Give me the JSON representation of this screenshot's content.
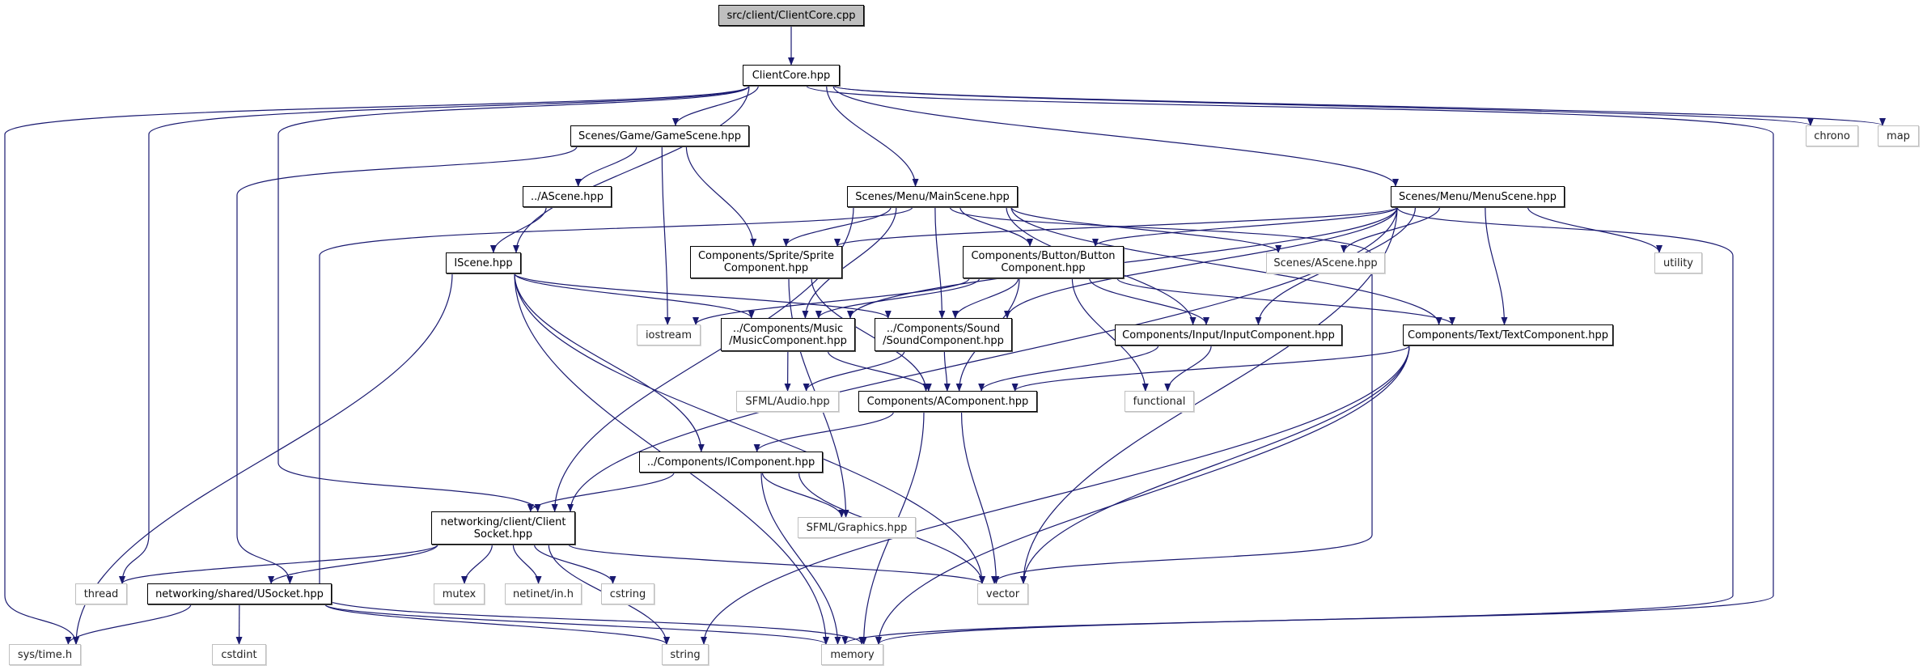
{
  "edge_color": "#191970",
  "root_fill": "#bfbfbf",
  "nodes": {
    "root": {
      "label": "src/client/ClientCore.cpp",
      "kind": "root"
    },
    "cc": {
      "label": "ClientCore.hpp",
      "kind": "internal"
    },
    "game": {
      "label": "Scenes/Game/GameScene.hpp",
      "kind": "internal"
    },
    "ascene_rel": {
      "label": "../AScene.hpp",
      "kind": "internal"
    },
    "iscene": {
      "label": "IScene.hpp",
      "kind": "internal"
    },
    "sprite": {
      "label": "Components/Sprite/Sprite\nComponent.hpp",
      "kind": "internal"
    },
    "main": {
      "label": "Scenes/Menu/MainScene.hpp",
      "kind": "internal"
    },
    "button": {
      "label": "Components/Button/Button\nComponent.hpp",
      "kind": "internal"
    },
    "sascene": {
      "label": "Scenes/AScene.hpp",
      "kind": "external"
    },
    "menu": {
      "label": "Scenes/Menu/MenuScene.hpp",
      "kind": "internal"
    },
    "utility": {
      "label": "utility",
      "kind": "external"
    },
    "chrono": {
      "label": "chrono",
      "kind": "external"
    },
    "map": {
      "label": "map",
      "kind": "external"
    },
    "iostream": {
      "label": "iostream",
      "kind": "external"
    },
    "music": {
      "label": "../Components/Music\n/MusicComponent.hpp",
      "kind": "internal"
    },
    "sound": {
      "label": "../Components/Sound\n/SoundComponent.hpp",
      "kind": "internal"
    },
    "input": {
      "label": "Components/Input/InputComponent.hpp",
      "kind": "internal"
    },
    "text": {
      "label": "Components/Text/TextComponent.hpp",
      "kind": "internal"
    },
    "audio": {
      "label": "SFML/Audio.hpp",
      "kind": "external"
    },
    "functional": {
      "label": "functional",
      "kind": "external"
    },
    "acomp": {
      "label": "Components/AComponent.hpp",
      "kind": "internal"
    },
    "icomp": {
      "label": "../Components/IComponent.hpp",
      "kind": "internal"
    },
    "graphics": {
      "label": "SFML/Graphics.hpp",
      "kind": "external"
    },
    "csock": {
      "label": "networking/client/Client\nSocket.hpp",
      "kind": "internal"
    },
    "thread": {
      "label": "thread",
      "kind": "external"
    },
    "usock": {
      "label": "networking/shared/USocket.hpp",
      "kind": "internal"
    },
    "mutex": {
      "label": "mutex",
      "kind": "external"
    },
    "netinet": {
      "label": "netinet/in.h",
      "kind": "external"
    },
    "cstring": {
      "label": "cstring",
      "kind": "external"
    },
    "vector": {
      "label": "vector",
      "kind": "external"
    },
    "systime": {
      "label": "sys/time.h",
      "kind": "external"
    },
    "cstdint": {
      "label": "cstdint",
      "kind": "external"
    },
    "string": {
      "label": "string",
      "kind": "external"
    },
    "memory": {
      "label": "memory",
      "kind": "external"
    }
  },
  "edges": [
    [
      "root",
      "cc"
    ],
    [
      "cc",
      "game"
    ],
    [
      "cc",
      "main"
    ],
    [
      "cc",
      "menu"
    ],
    [
      "cc",
      "iscene"
    ],
    [
      "cc",
      "chrono"
    ],
    [
      "cc",
      "map"
    ],
    [
      "cc",
      "memory"
    ],
    [
      "cc",
      "systime"
    ],
    [
      "cc",
      "thread"
    ],
    [
      "cc",
      "csock"
    ],
    [
      "game",
      "ascene_rel"
    ],
    [
      "game",
      "sprite"
    ],
    [
      "game",
      "iostream"
    ],
    [
      "game",
      "usock"
    ],
    [
      "ascene_rel",
      "iscene"
    ],
    [
      "iscene",
      "music"
    ],
    [
      "iscene",
      "sound"
    ],
    [
      "iscene",
      "icomp"
    ],
    [
      "iscene",
      "systime"
    ],
    [
      "iscene",
      "vector"
    ],
    [
      "iscene",
      "memory"
    ],
    [
      "main",
      "sprite"
    ],
    [
      "main",
      "button"
    ],
    [
      "main",
      "music"
    ],
    [
      "main",
      "sound"
    ],
    [
      "main",
      "input"
    ],
    [
      "main",
      "text"
    ],
    [
      "main",
      "sascene"
    ],
    [
      "main",
      "csock"
    ],
    [
      "main",
      "memory"
    ],
    [
      "main",
      "vector"
    ],
    [
      "menu",
      "sascene"
    ],
    [
      "menu",
      "utility"
    ],
    [
      "menu",
      "sprite"
    ],
    [
      "menu",
      "button"
    ],
    [
      "menu",
      "music"
    ],
    [
      "menu",
      "sound"
    ],
    [
      "menu",
      "input"
    ],
    [
      "menu",
      "text"
    ],
    [
      "menu",
      "csock"
    ],
    [
      "menu",
      "vector"
    ],
    [
      "menu",
      "memory"
    ],
    [
      "button",
      "iostream"
    ],
    [
      "button",
      "music"
    ],
    [
      "button",
      "sound"
    ],
    [
      "button",
      "acomp"
    ],
    [
      "button",
      "input"
    ],
    [
      "button",
      "text"
    ],
    [
      "button",
      "functional"
    ],
    [
      "sprite",
      "acomp"
    ],
    [
      "sprite",
      "graphics"
    ],
    [
      "music",
      "audio"
    ],
    [
      "music",
      "acomp"
    ],
    [
      "sound",
      "audio"
    ],
    [
      "sound",
      "acomp"
    ],
    [
      "input",
      "acomp"
    ],
    [
      "input",
      "functional"
    ],
    [
      "text",
      "acomp"
    ],
    [
      "text",
      "vector"
    ],
    [
      "text",
      "memory"
    ],
    [
      "text",
      "string"
    ],
    [
      "acomp",
      "icomp"
    ],
    [
      "acomp",
      "vector"
    ],
    [
      "acomp",
      "memory"
    ],
    [
      "icomp",
      "csock"
    ],
    [
      "icomp",
      "graphics"
    ],
    [
      "icomp",
      "vector"
    ],
    [
      "icomp",
      "memory"
    ],
    [
      "csock",
      "thread"
    ],
    [
      "csock",
      "usock"
    ],
    [
      "csock",
      "mutex"
    ],
    [
      "csock",
      "netinet"
    ],
    [
      "csock",
      "cstring"
    ],
    [
      "csock",
      "string"
    ],
    [
      "csock",
      "vector"
    ],
    [
      "usock",
      "systime"
    ],
    [
      "usock",
      "cstdint"
    ],
    [
      "usock",
      "string"
    ],
    [
      "usock",
      "memory"
    ]
  ]
}
